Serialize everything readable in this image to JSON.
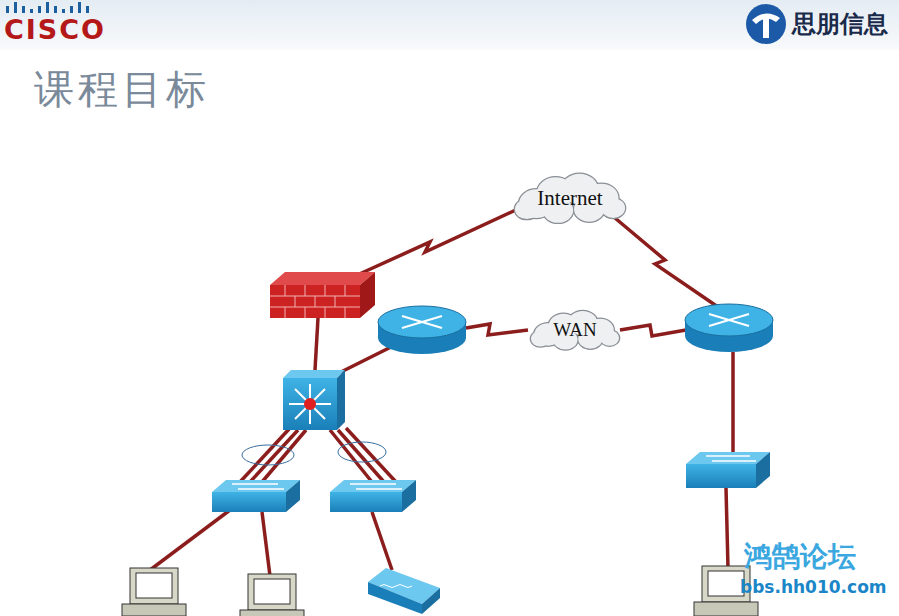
{
  "diagram": {
    "title": "课程目标",
    "nodes": [
      {
        "text": [
          "Internet"
        ]
      },
      {
        "text": [
          "WAN"
        ]
      }
    ],
    "edges": [],
    "labels": [
      "CISCO",
      "思朋信息",
      "鸿鹄论坛",
      "bbs.hh010.com"
    ]
  }
}
